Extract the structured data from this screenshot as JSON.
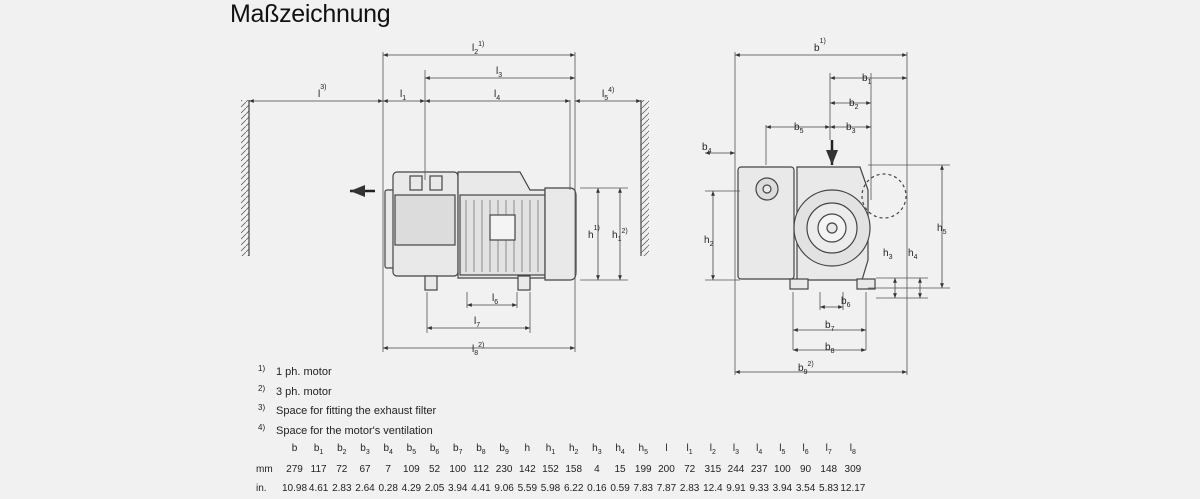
{
  "title": "Maßzeichnung",
  "colors": {
    "background": "#f1f1f1",
    "line": "#444444",
    "text": "#222222"
  },
  "dimension_labels": {
    "l2": {
      "base": "l",
      "sub": "2",
      "sup": "1)"
    },
    "l3": {
      "base": "l",
      "sub": "3",
      "sup": ""
    },
    "l_": {
      "base": "l",
      "sub": "",
      "sup": "3)"
    },
    "l1": {
      "base": "l",
      "sub": "1",
      "sup": ""
    },
    "l4": {
      "base": "l",
      "sub": "4",
      "sup": ""
    },
    "l5": {
      "base": "l",
      "sub": "5",
      "sup": "4)"
    },
    "h": {
      "base": "h",
      "sub": "",
      "sup": "1)"
    },
    "h1": {
      "base": "h",
      "sub": "1",
      "sup": "2)"
    },
    "l6": {
      "base": "l",
      "sub": "6",
      "sup": ""
    },
    "l7": {
      "base": "l",
      "sub": "7",
      "sup": ""
    },
    "l8": {
      "base": "l",
      "sub": "8",
      "sup": "2)"
    },
    "b": {
      "base": "b",
      "sub": "",
      "sup": "1)"
    },
    "b1": {
      "base": "b",
      "sub": "1",
      "sup": ""
    },
    "b2": {
      "base": "b",
      "sub": "2",
      "sup": ""
    },
    "b5": {
      "base": "b",
      "sub": "5",
      "sup": ""
    },
    "b3": {
      "base": "b",
      "sub": "3",
      "sup": ""
    },
    "b4": {
      "base": "b",
      "sub": "4",
      "sup": ""
    },
    "h2": {
      "base": "h",
      "sub": "2",
      "sup": ""
    },
    "h5": {
      "base": "h",
      "sub": "5",
      "sup": ""
    },
    "h3": {
      "base": "h",
      "sub": "3",
      "sup": ""
    },
    "h4": {
      "base": "h",
      "sub": "4",
      "sup": ""
    },
    "b6": {
      "base": "b",
      "sub": "6",
      "sup": ""
    },
    "b7": {
      "base": "b",
      "sub": "7",
      "sup": ""
    },
    "b8": {
      "base": "b",
      "sub": "8",
      "sup": ""
    },
    "b9": {
      "base": "b",
      "sub": "9",
      "sup": "2)"
    }
  },
  "footnotes": [
    {
      "mark": "1)",
      "text": "1 ph. motor"
    },
    {
      "mark": "2)",
      "text": "3 ph. motor"
    },
    {
      "mark": "3)",
      "text": "Space for fitting the exhaust filter"
    },
    {
      "mark": "4)",
      "text": "Space for the motor's ventilation"
    }
  ],
  "table": {
    "headers": [
      {
        "base": "b",
        "sub": ""
      },
      {
        "base": "b",
        "sub": "1"
      },
      {
        "base": "b",
        "sub": "2"
      },
      {
        "base": "b",
        "sub": "3"
      },
      {
        "base": "b",
        "sub": "4"
      },
      {
        "base": "b",
        "sub": "5"
      },
      {
        "base": "b",
        "sub": "6"
      },
      {
        "base": "b",
        "sub": "7"
      },
      {
        "base": "b",
        "sub": "8"
      },
      {
        "base": "b",
        "sub": "9"
      },
      {
        "base": "h",
        "sub": ""
      },
      {
        "base": "h",
        "sub": "1"
      },
      {
        "base": "h",
        "sub": "2"
      },
      {
        "base": "h",
        "sub": "3"
      },
      {
        "base": "h",
        "sub": "4"
      },
      {
        "base": "h",
        "sub": "5"
      },
      {
        "base": "l",
        "sub": ""
      },
      {
        "base": "l",
        "sub": "1"
      },
      {
        "base": "l",
        "sub": "2"
      },
      {
        "base": "l",
        "sub": "3"
      },
      {
        "base": "l",
        "sub": "4"
      },
      {
        "base": "l",
        "sub": "5"
      },
      {
        "base": "l",
        "sub": "6"
      },
      {
        "base": "l",
        "sub": "7"
      },
      {
        "base": "l",
        "sub": "8"
      }
    ],
    "rows": [
      {
        "unit": "mm",
        "values": [
          "279",
          "117",
          "72",
          "67",
          "7",
          "109",
          "52",
          "100",
          "112",
          "230",
          "142",
          "152",
          "158",
          "4",
          "15",
          "199",
          "200",
          "72",
          "315",
          "244",
          "237",
          "100",
          "90",
          "148",
          "309"
        ]
      },
      {
        "unit": "in.",
        "values": [
          "10.98",
          "4.61",
          "2.83",
          "2.64",
          "0.28",
          "4.29",
          "2.05",
          "3.94",
          "4.41",
          "9.06",
          "5.59",
          "5.98",
          "6.22",
          "0.16",
          "0.59",
          "7.83",
          "7.87",
          "2.83",
          "12.4",
          "9.91",
          "9.33",
          "3.94",
          "3.54",
          "5.83",
          "12.17"
        ]
      }
    ]
  }
}
